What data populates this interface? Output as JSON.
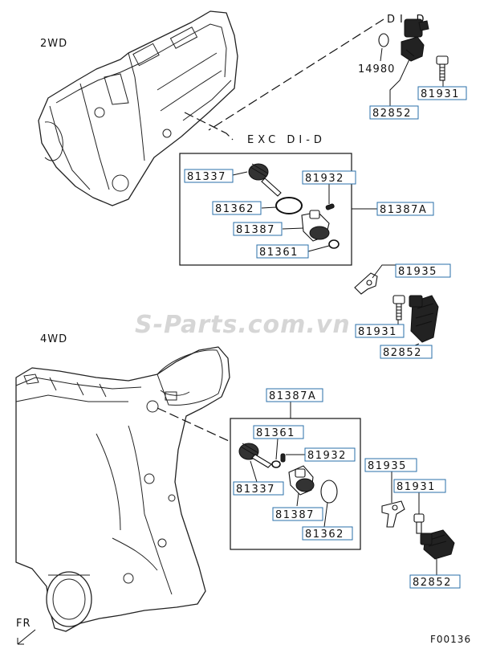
{
  "labels": {
    "two_wd": "2WD",
    "four_wd": "4WD",
    "di_d": "DI-D",
    "exc_di_d": "EXC DI-D",
    "fr": "FR",
    "figure_code": "F00136",
    "watermark": "S-Parts.com.vn"
  },
  "parts": {
    "p14980": "14980",
    "p82852_top": "82852",
    "p81931_top": "81931",
    "p81337_a": "81337",
    "p81932_a": "81932",
    "p81362_a": "81362",
    "p81387A_a": "81387A",
    "p81387_a": "81387",
    "p81361_a": "81361",
    "p81935_a": "81935",
    "p81931_mid": "81931",
    "p82852_mid": "82852",
    "p81387A_b": "81387A",
    "p81361_b": "81361",
    "p81932_b": "81932",
    "p81337_b": "81337",
    "p81387_b": "81387",
    "p81362_b": "81362",
    "p81935_b": "81935",
    "p81931_bot": "81931",
    "p82852_bot": "82852"
  },
  "colors": {
    "label_box_border": "#2a6fa8",
    "line": "#111111",
    "watermark": "#c8c8c8"
  }
}
